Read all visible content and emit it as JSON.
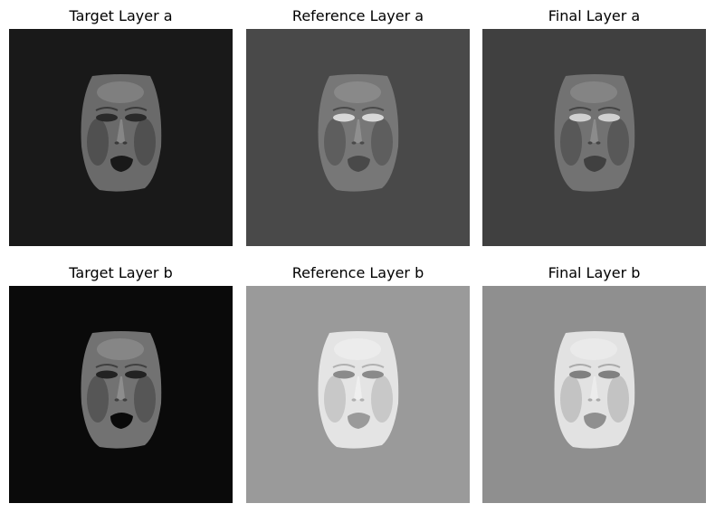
{
  "panels": [
    {
      "title": "Target Layer a",
      "bg": "#191919",
      "skin": "#6a6a6a",
      "shade": "#3a3a3a",
      "highlight": "#9a9a9a",
      "mouth": "#191919",
      "eye": "#2a2a2a"
    },
    {
      "title": "Reference Layer a",
      "bg": "#494949",
      "skin": "#777777",
      "shade": "#4a4a4a",
      "highlight": "#a0a0a0",
      "mouth": "#494949",
      "eye": "#d8d8d8"
    },
    {
      "title": "Final Layer a",
      "bg": "#404040",
      "skin": "#727272",
      "shade": "#444444",
      "highlight": "#9c9c9c",
      "mouth": "#404040",
      "eye": "#d0d0d0"
    },
    {
      "title": "Target Layer b",
      "bg": "#0a0a0a",
      "skin": "#727272",
      "shade": "#404040",
      "highlight": "#a0a0a0",
      "mouth": "#0a0a0a",
      "eye": "#222222"
    },
    {
      "title": "Reference Layer b",
      "bg": "#9a9a9a",
      "skin": "#e4e4e4",
      "shade": "#b0b0b0",
      "highlight": "#f6f6f6",
      "mouth": "#9a9a9a",
      "eye": "#8a8a8a"
    },
    {
      "title": "Final Layer b",
      "bg": "#8f8f8f",
      "skin": "#e2e2e2",
      "shade": "#aaaaaa",
      "highlight": "#f4f4f4",
      "mouth": "#8f8f8f",
      "eye": "#808080"
    }
  ]
}
